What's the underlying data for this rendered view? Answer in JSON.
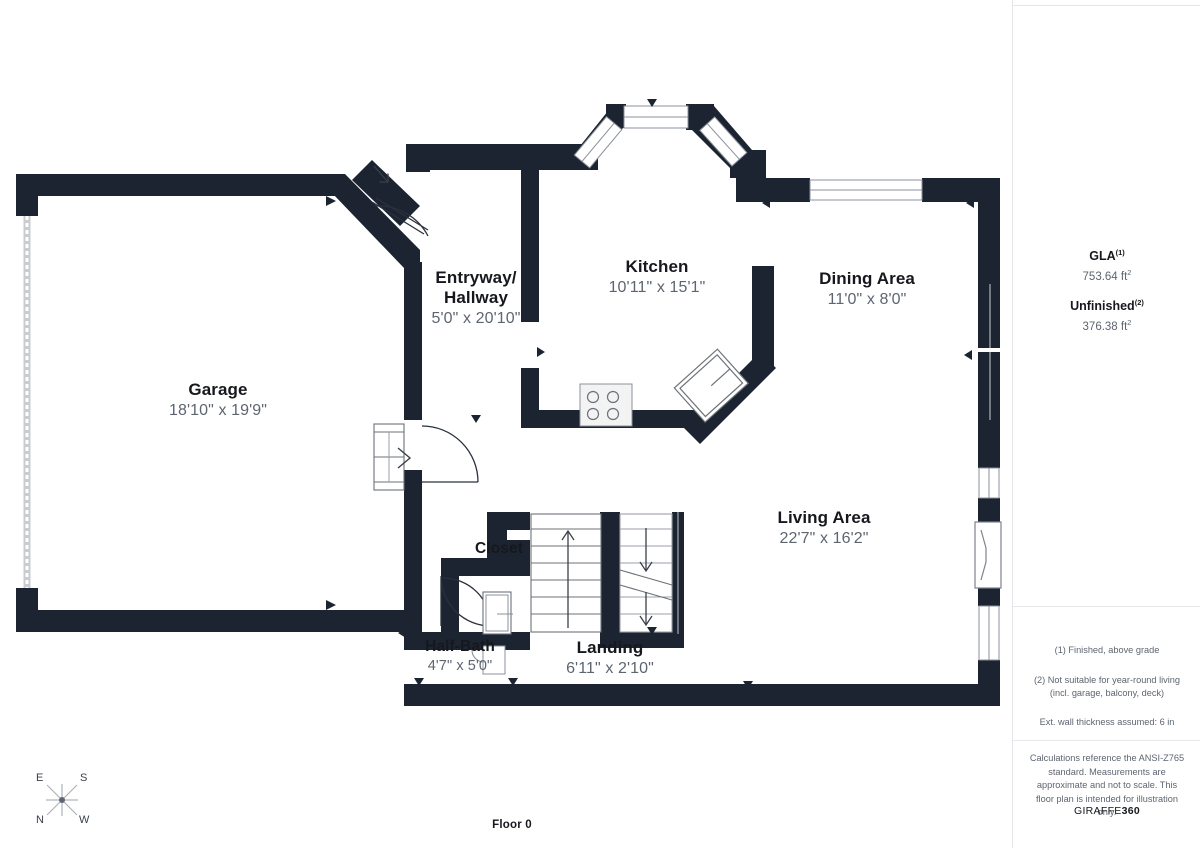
{
  "plan": {
    "floor_caption": "Floor 0",
    "wall_color": "#1b2430",
    "dim_text_color": "#5d6570",
    "name_text_color": "#16181d",
    "rooms": [
      {
        "key": "garage",
        "name": "Garage",
        "dimensions": "18'10\" x 19'9\""
      },
      {
        "key": "entryway",
        "name": "Entryway/",
        "name2": "Hallway",
        "dimensions": "5'0\" x 20'10\""
      },
      {
        "key": "kitchen",
        "name": "Kitchen",
        "dimensions": "10'11\" x 15'1\""
      },
      {
        "key": "dining",
        "name": "Dining Area",
        "dimensions": "11'0\" x 8'0\""
      },
      {
        "key": "living",
        "name": "Living Area",
        "dimensions": "22'7\" x 16'2\""
      },
      {
        "key": "closet",
        "name": "Closet",
        "dimensions": ""
      },
      {
        "key": "halfbath",
        "name": "Half-Bath",
        "dimensions": "4'7\" x 5'0\""
      },
      {
        "key": "landing",
        "name": "Landing",
        "dimensions": "6'11\" x 2'10\""
      }
    ]
  },
  "compass": {
    "north": "N",
    "south": "S",
    "east": "E",
    "west": "W"
  },
  "info_panel": {
    "gla": {
      "title": "GLA",
      "superscript": "(1)",
      "value": "753.64 ft",
      "unit_superscript": "2"
    },
    "unfinished": {
      "title": "Unfinished",
      "superscript": "(2)",
      "value": "376.38 ft",
      "unit_superscript": "2"
    },
    "notes": [
      "(1) Finished, above grade",
      "(2) Not suitable for year-round living",
      "(incl. garage, balcony, deck)",
      "Ext. wall thickness assumed: 6 in"
    ],
    "disclaimer": "Calculations reference the ANSI-Z765 standard. Measurements are approximate and not to scale. This floor plan is intended for illustration only.",
    "brand": {
      "light": "GIRAFFE",
      "bold": "360"
    }
  }
}
